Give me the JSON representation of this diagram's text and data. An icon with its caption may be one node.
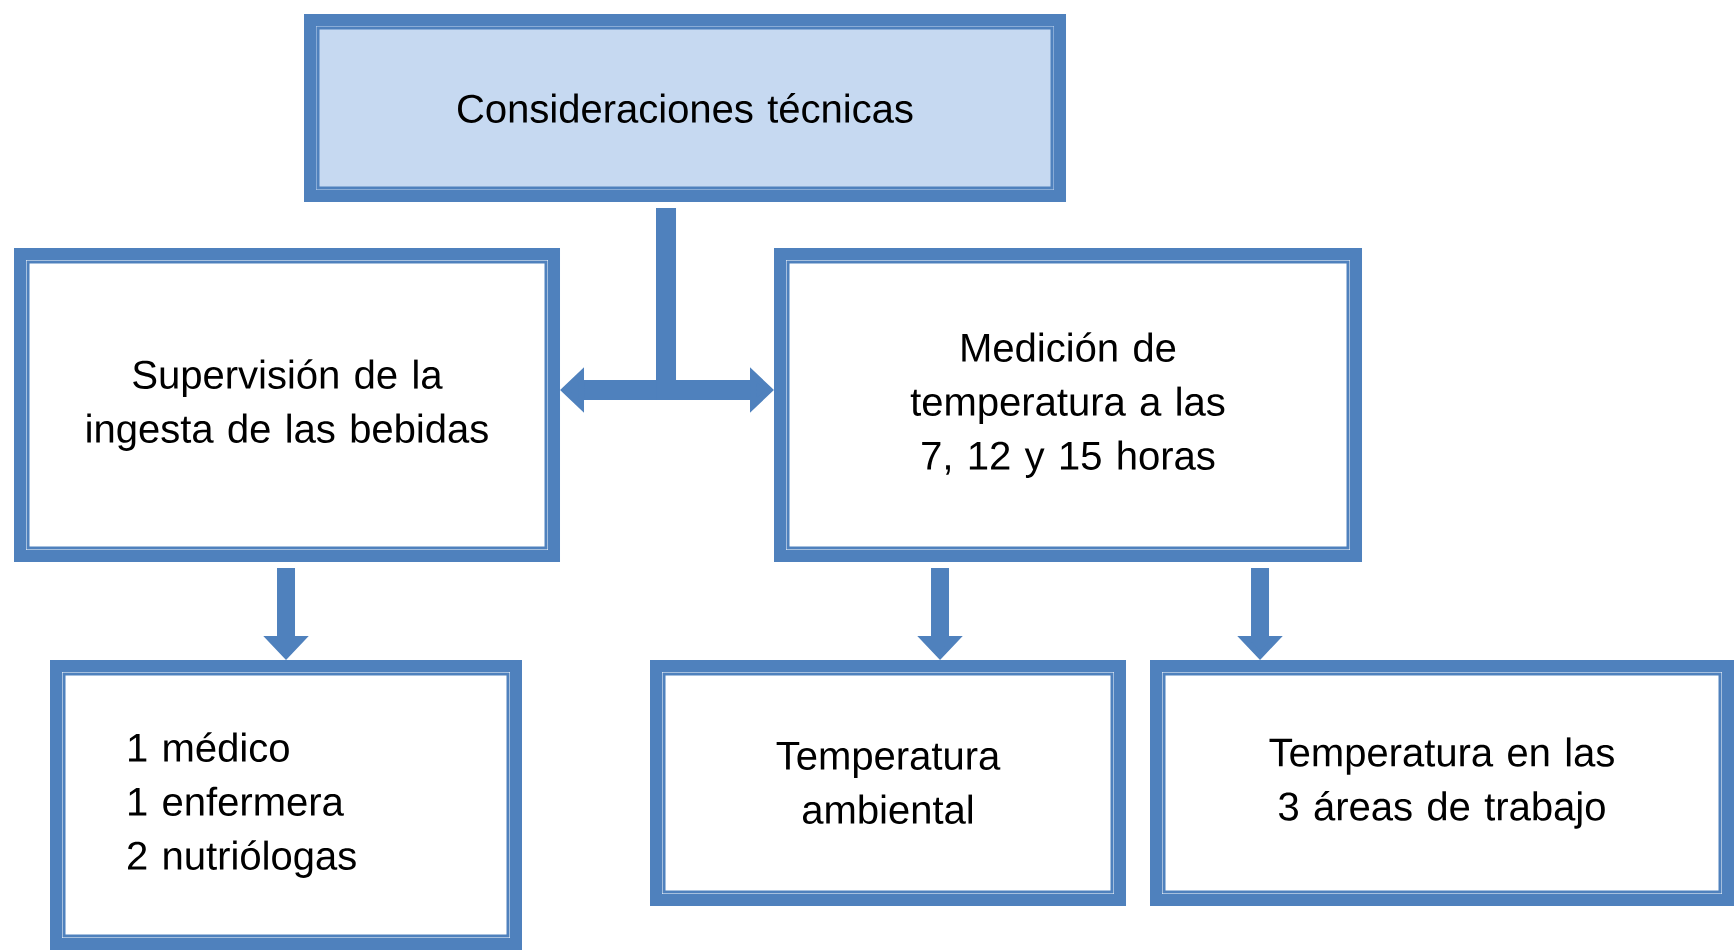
{
  "diagram": {
    "nodes": [
      {
        "text": [
          "Consideraciones técnicas"
        ]
      },
      {
        "text": [
          "Supervisión de la ingesta de las bebidas"
        ]
      },
      {
        "text": [
          "Medición de temperatura a las 7, 12 y 15 horas"
        ]
      },
      {
        "text": [
          "1 médico",
          "1 enfermera",
          "2 nutriólogas"
        ]
      },
      {
        "text": [
          "Temperatura ambiental"
        ]
      },
      {
        "text": [
          "Temperatura en las 3 áreas de trabajo"
        ]
      }
    ],
    "edges": [
      {
        "from": 0,
        "to": 1,
        "arrow": "to"
      },
      {
        "from": 0,
        "to": 2,
        "arrow": "to"
      },
      {
        "from": 1,
        "to": 3,
        "arrow": "to"
      },
      {
        "from": 2,
        "to": 4,
        "arrow": "to"
      },
      {
        "from": 2,
        "to": 5,
        "arrow": "to"
      }
    ]
  }
}
